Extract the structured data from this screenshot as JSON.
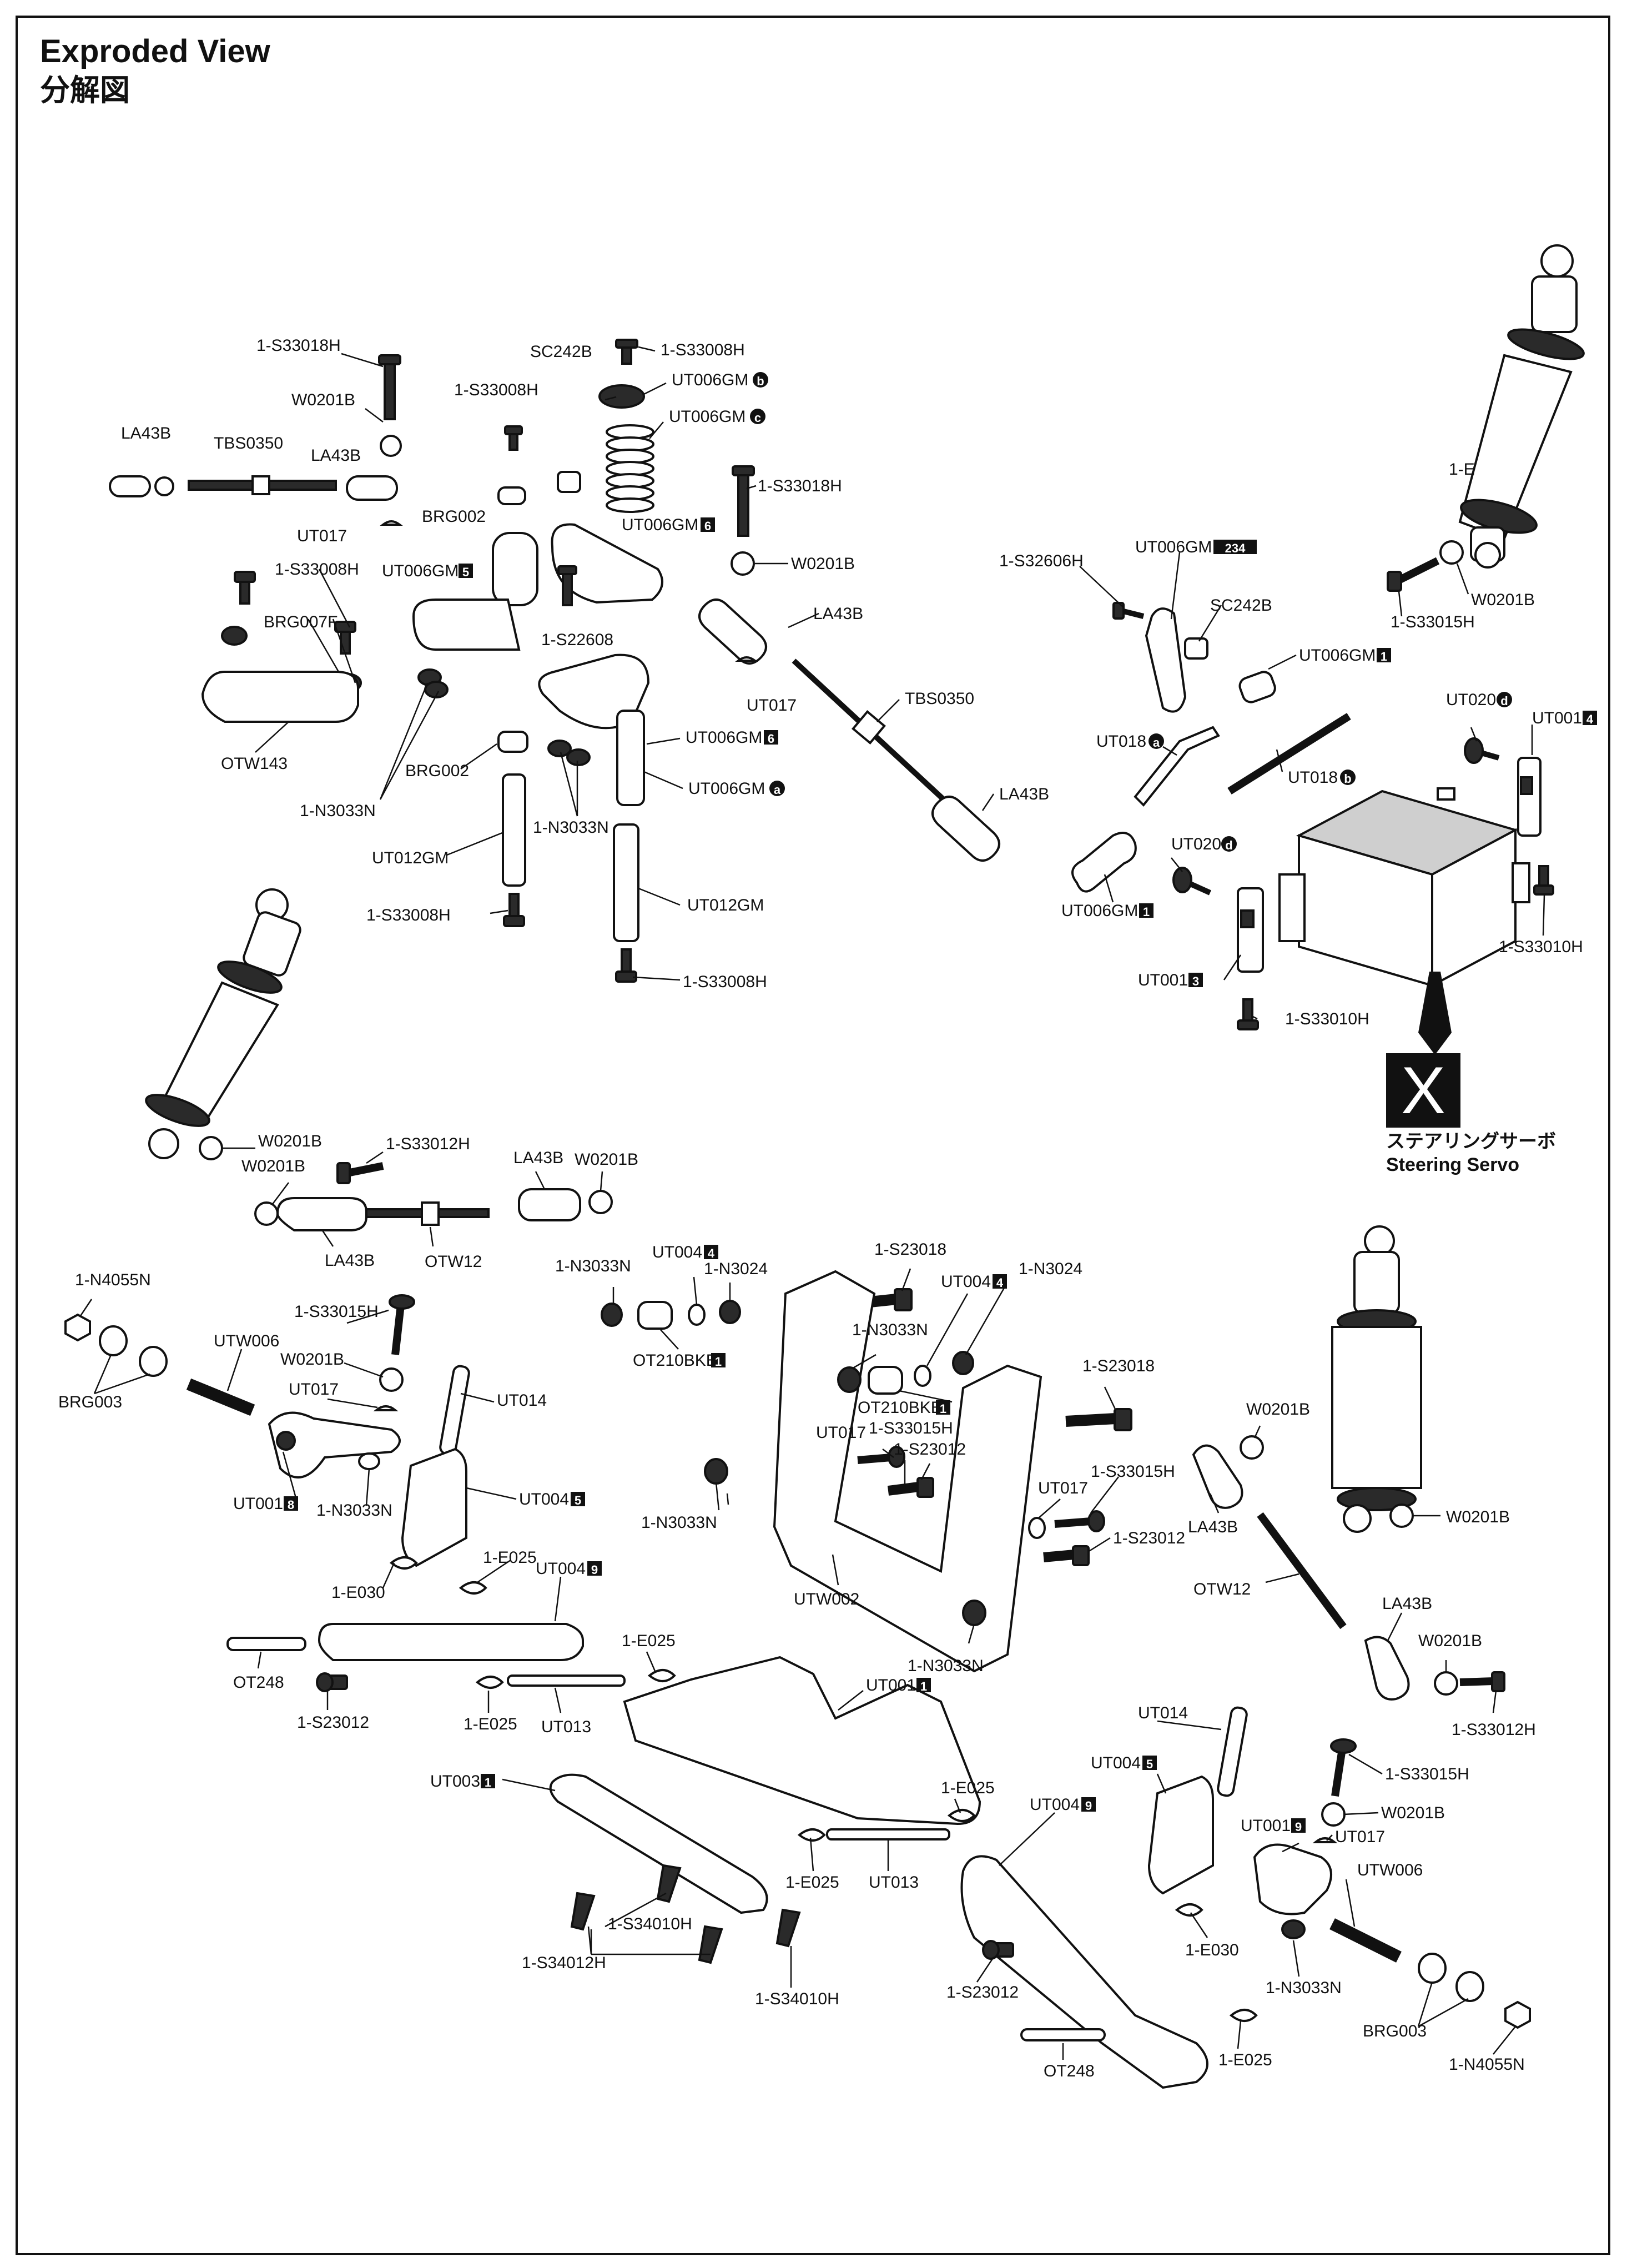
{
  "header": {
    "title": "Exproded View",
    "subtitle": "分解図"
  },
  "callout": {
    "letter": "X",
    "label_jp": "ステアリングサーボ",
    "label_en": "Steering Servo"
  },
  "labels": {
    "s33018h_a": "1-S33018H",
    "w0201b_a": "W0201B",
    "la43b_a": "LA43B",
    "tbs0350_a": "TBS0350",
    "la43b_b": "LA43B",
    "ut017_a": "UT017",
    "brg002_a": "BRG002",
    "s33008h_a": "1-S33008H",
    "sc242b_a": "SC242B",
    "s33008h_b": "1-S33008H",
    "ut006gm_b": "UT006GM",
    "ut006gm_c": "UT006GM",
    "ut006gm_6a": "UT006GM",
    "s33018h_b": "1-S33018H",
    "w0201b_b": "W0201B",
    "la43b_c": "LA43B",
    "ut017_b": "UT017",
    "tbs0350_b": "TBS0350",
    "la43b_d": "LA43B",
    "s33008h_c": "1-S33008H",
    "brg007f": "BRG007F",
    "ut006gm_5": "UT006GM",
    "s22608": "1-S22608",
    "otw143": "OTW143",
    "n3033n_a": "1-N3033N",
    "brg002_b": "BRG002",
    "n3033n_b": "1-N3033N",
    "ut006gm_6b": "UT006GM",
    "ut006gm_a": "UT006GM",
    "ut012gm_a": "UT012GM",
    "s33008h_d": "1-S33008H",
    "ut012gm_b": "UT012GM",
    "s33008h_e": "1-S33008H",
    "s32606h": "1-S32606H",
    "ut006gm_234": "UT006GM",
    "sc242b_b": "SC242B",
    "ut006gm_1a": "UT006GM",
    "ut018_a": "UT018",
    "ut018_b": "UT018",
    "ut006gm_1b": "UT006GM",
    "ut020_a": "UT020",
    "ut001_4": "UT001",
    "ut020_b": "UT020",
    "ut001_3": "UT001",
    "s33010h_a": "1-S33010H",
    "s33010h_b": "1-S33010H",
    "w0201b_c": "W0201B",
    "s33015h_a": "1-S33015H",
    "shock_1e": "1-E",
    "w0201b_d": "W0201B",
    "s33012h_a": "1-S33012H",
    "la43b_e": "LA43B",
    "w0201b_e": "W0201B",
    "w0201b_f": "W0201B",
    "la43b_f": "LA43B",
    "otw12_a": "OTW12",
    "n4055n_a": "1-N4055N",
    "s33015h_b": "1-S33015H",
    "utw006_a": "UTW006",
    "w0201b_g": "W0201B",
    "brg003_a": "BRG003",
    "ut017_c": "UT017",
    "ut014_a": "UT014",
    "ut001_8": "UT001",
    "n3033n_c": "1-N3033N",
    "ut004_5a": "UT004",
    "e025_a": "1-E025",
    "ut004_9a": "UT004",
    "e030_a": "1-E030",
    "n3033n_d": "1-N3033N",
    "ut004_4a": "UT004",
    "n3024_a": "1-N3024",
    "ot210bkb_a": "OT210BKB",
    "s23018_a": "1-S23018",
    "ut004_4b": "UT004",
    "n3024_b": "1-N3024",
    "n3033n_e": "1-N3033N",
    "ot210bkb_b": "OT210BKB",
    "s33015h_c": "1-S33015H",
    "ut017_d": "UT017",
    "s23012_a": "1-S23012",
    "n3033n_f": "1-N3033N",
    "utw002": "UTW002",
    "n3033n_g": "1-N3033N",
    "s23018_b": "1-S23018",
    "w0201b_h": "W0201B",
    "ut017_e": "UT017",
    "s33015h_d": "1-S33015H",
    "s23012_b": "1-S23012",
    "la43b_g": "LA43B",
    "w0201b_i": "W0201B",
    "otw12_b": "OTW12",
    "la43b_h": "LA43B",
    "w0201b_j": "W0201B",
    "s33012h_b": "1-S33012H",
    "ot248_a": "OT248",
    "s23012_c": "1-S23012",
    "e025_b": "1-E025",
    "e025_c": "1-E025",
    "ut013_a": "UT013",
    "ut001_1": "UT001",
    "ut003_1": "UT003",
    "ut014_b": "UT014",
    "ut004_5b": "UT004",
    "e025_d": "1-E025",
    "ut004_9b": "UT004",
    "s33015h_e": "1-S33015H",
    "w0201b_k": "W0201B",
    "ut001_9": "UT001",
    "ut017_f": "UT017",
    "utw006_b": "UTW006",
    "e025_e": "1-E025",
    "ut013_b": "UT013",
    "s34010h_a": "1-S34010H",
    "s34012h": "1-S34012H",
    "s34010h_b": "1-S34010H",
    "s23012_d": "1-S23012",
    "e030_b": "1-E030",
    "n3033n_h": "1-N3033N",
    "brg003_b": "BRG003",
    "n4055n_b": "1-N4055N",
    "ot248_b": "OT248",
    "e025_f": "1-E025"
  },
  "badges": {
    "b": "b",
    "c": "c",
    "d": "d",
    "a": "a",
    "n1": "1",
    "n3": "3",
    "n4": "4",
    "n5": "5",
    "n6": "6",
    "n8": "8",
    "n9": "9",
    "n234": "234"
  }
}
